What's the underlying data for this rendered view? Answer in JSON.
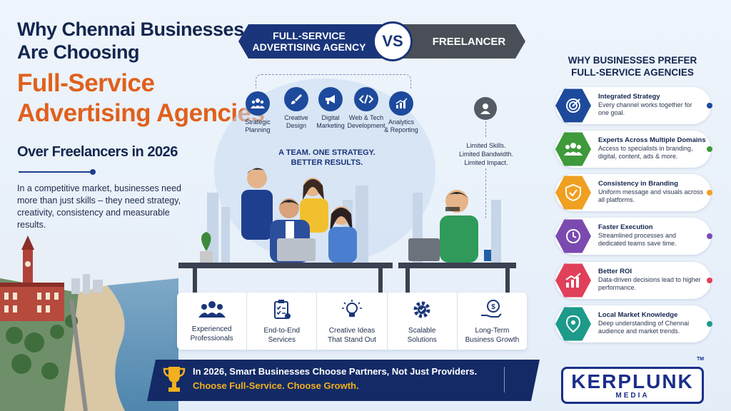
{
  "headline": {
    "line1": "Why Chennai Businesses",
    "line2": "Are Choosing",
    "line3": "Full-Service",
    "line4": "Advertising Agencies",
    "line5": "Over Freelancers in 2026"
  },
  "intro": "In a competitive market, businesses need more than just skills – they need strategy, creativity, consistency and measurable results.",
  "comparison": {
    "left_label": "FULL-SERVICE\nADVERTISING AGENCY",
    "vs": "VS",
    "right_label": "FREELANCER"
  },
  "agency_services": [
    {
      "label": "Strategic\nPlanning",
      "icon": "team-icon"
    },
    {
      "label": "Creative\nDesign",
      "icon": "brush-icon"
    },
    {
      "label": "Digital\nMarketing",
      "icon": "megaphone-icon"
    },
    {
      "label": "Web & Tech\nDevelopment",
      "icon": "code-icon"
    },
    {
      "label": "Analytics\n& Reporting",
      "icon": "chart-icon"
    }
  ],
  "team_caption": "A TEAM. ONE STRATEGY.\nBETTER RESULTS.",
  "freelancer_text": "Limited Skills.\nLimited Bandwidth.\nLimited Impact.",
  "features": [
    {
      "label": "Experienced\nProfessionals",
      "icon": "people-icon"
    },
    {
      "label": "End-to-End\nServices",
      "icon": "checklist-icon"
    },
    {
      "label": "Creative Ideas\nThat Stand Out",
      "icon": "lightbulb-icon"
    },
    {
      "label": "Scalable\nSolutions",
      "icon": "gear-icon"
    },
    {
      "label": "Long-Term\nBusiness Growth",
      "icon": "money-hand-icon"
    }
  ],
  "banner": {
    "line1": "In 2026, Smart Businesses Choose Partners, Not Just Providers.",
    "line2": "Choose Full-Service. Choose Growth."
  },
  "why_title": "WHY BUSINESSES PREFER\nFULL-SERVICE AGENCIES",
  "reasons": [
    {
      "title": "Integrated Strategy",
      "desc": "Every channel works together for one goal.",
      "color": "#1d4a9c",
      "icon": "target-icon"
    },
    {
      "title": "Experts Across Multiple Domains",
      "desc": "Access to specialists in branding, digital, content, ads & more.",
      "color": "#3e9a3a",
      "icon": "group-icon"
    },
    {
      "title": "Consistency in Branding",
      "desc": "Uniform message and visuals across all platforms.",
      "color": "#f0a020",
      "icon": "shield-check-icon"
    },
    {
      "title": "Faster Execution",
      "desc": "Streamlined processes and dedicated teams save time.",
      "color": "#7b4ab0",
      "icon": "clock-icon"
    },
    {
      "title": "Better ROI",
      "desc": "Data-driven decisions lead to higher performance.",
      "color": "#e0405a",
      "icon": "growth-chart-icon"
    },
    {
      "title": "Local Market Knowledge",
      "desc": "Deep understanding of Chennai audience and market trends.",
      "color": "#1d9a8a",
      "icon": "location-pin-icon"
    }
  ],
  "logo": {
    "main": "KERPLUNK",
    "sub": "MEDIA",
    "tm": "TM"
  }
}
